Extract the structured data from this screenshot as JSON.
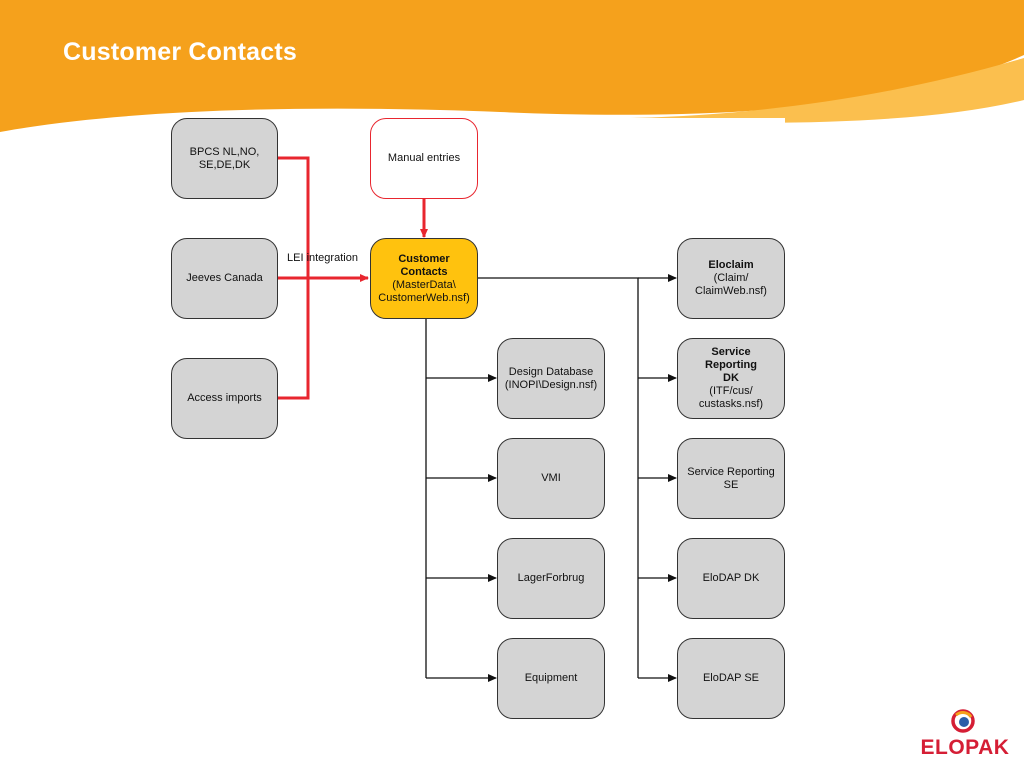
{
  "slide": {
    "title": "Customer Contacts"
  },
  "colors": {
    "banner": "#f5a11c",
    "banner_light": "#fbbf4e",
    "central_node": "#ffc20e",
    "node_fill": "#d4d4d4",
    "red_link": "#e8262f",
    "logo_red": "#d51e35"
  },
  "nodes": {
    "bpcs": {
      "lines": [
        "BPCS NL,NO,",
        "SE,DE,DK"
      ]
    },
    "jeeves": {
      "lines": [
        "Jeeves Canada"
      ]
    },
    "access": {
      "lines": [
        "Access imports"
      ]
    },
    "manual": {
      "lines": [
        "Manual entries"
      ]
    },
    "customer": {
      "title_lines": [
        "Customer",
        "Contacts"
      ],
      "lines": [
        "(MasterData\\",
        "CustomerWeb.nsf)"
      ]
    },
    "design": {
      "lines": [
        "Design Database",
        "(INOPI\\Design.nsf)"
      ]
    },
    "vmi": {
      "lines": [
        "VMI"
      ]
    },
    "lager": {
      "lines": [
        "LagerForbrug"
      ]
    },
    "equipment": {
      "lines": [
        "Equipment"
      ]
    },
    "eloclaim": {
      "title_lines": [
        "Eloclaim"
      ],
      "lines": [
        "(Claim/",
        "ClaimWeb.nsf)"
      ]
    },
    "servdk": {
      "title_lines": [
        "Service",
        "Reporting",
        "DK"
      ],
      "lines": [
        "(ITF/cus/",
        "custasks.nsf)"
      ]
    },
    "servse": {
      "lines": [
        "Service Reporting",
        "SE"
      ]
    },
    "elodapdk": {
      "lines": [
        "EloDAP DK"
      ]
    },
    "elodapse": {
      "lines": [
        "EloDAP SE"
      ]
    }
  },
  "edge_labels": {
    "lei": "LEI integration"
  },
  "logo": {
    "text": "ELOPAK"
  }
}
